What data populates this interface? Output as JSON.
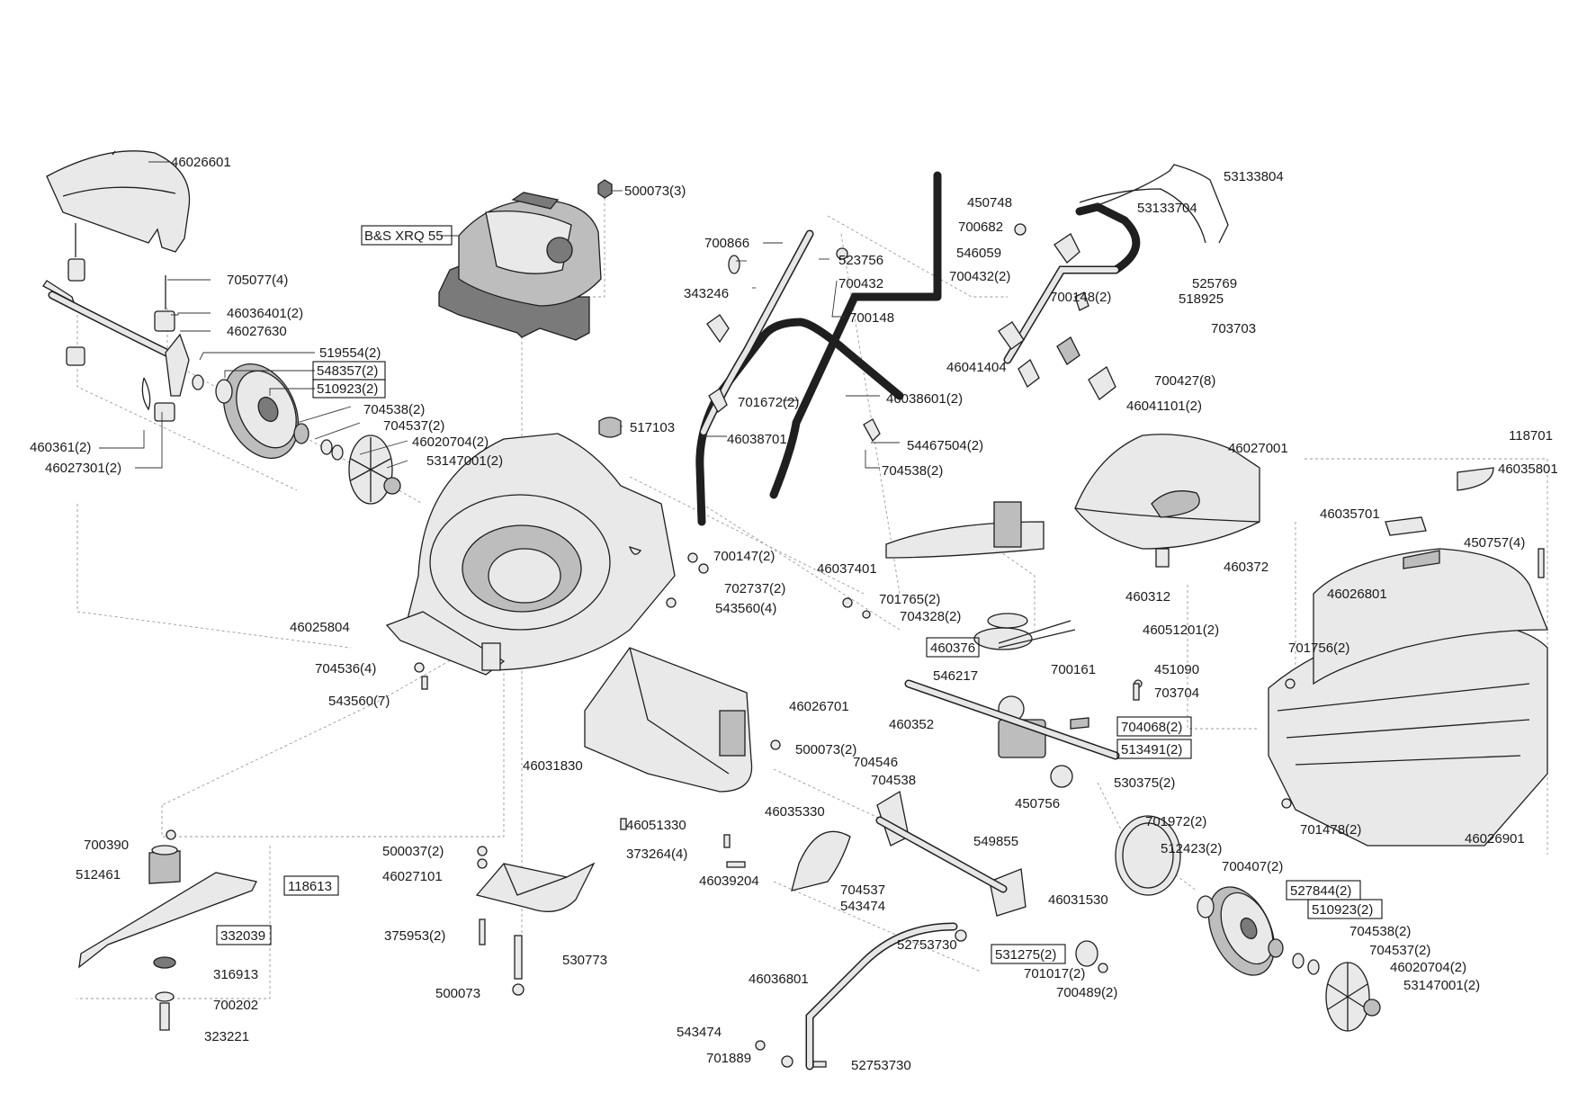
{
  "parts": {
    "p46026601": "46026601",
    "bs_engine": "B&S XRQ 55",
    "p500073_3": "500073(3)",
    "p705077_4": "705077(4)",
    "p46036401_2": "46036401(2)",
    "p46027630": "46027630",
    "p519554_2": "519554(2)",
    "p548357_2": "548357(2)",
    "p510923_2a": "510923(2)",
    "p704538_2a": "704538(2)",
    "p704537_2a": "704537(2)",
    "p46020704_2a": "46020704(2)",
    "p53147001_2a": "53147001(2)",
    "p460361_2": "460361(2)",
    "p46027301_2": "46027301(2)",
    "p517103": "517103",
    "p700866": "700866",
    "p523756": "523756",
    "p700432": "700432",
    "p343246": "343246",
    "p700148": "700148",
    "p701672_2": "701672(2)",
    "p46038601_2": "46038601(2)",
    "p46038701": "46038701",
    "p54467504_2": "54467504(2)",
    "p704538_2b": "704538(2)",
    "p450748": "450748",
    "p53133804": "53133804",
    "p53133704": "53133704",
    "p700682": "700682",
    "p546059": "546059",
    "p700432_2": "700432(2)",
    "p525769": "525769",
    "p700148_2": "700148(2)",
    "p518925": "518925",
    "p703703": "703703",
    "p46041404": "46041404",
    "p700427_8": "700427(8)",
    "p46041101_2": "46041101(2)",
    "p46027001": "46027001",
    "p118701": "118701",
    "p46035801": "46035801",
    "p46035701": "46035701",
    "p450757_4": "450757(4)",
    "p46026801": "46026801",
    "p460372": "460372",
    "p460312": "460312",
    "p46051201_2": "46051201(2)",
    "p700147_2": "700147(2)",
    "p702737_2": "702737(2)",
    "p543560_4": "543560(4)",
    "p46037401": "46037401",
    "p701765_2": "701765(2)",
    "p704328_2": "704328(2)",
    "p46025804": "46025804",
    "p460376": "460376",
    "p701756_2": "701756(2)",
    "p704536_4": "704536(4)",
    "p546217": "546217",
    "p700161": "700161",
    "p451090": "451090",
    "p543560_7": "543560(7)",
    "p703704": "703704",
    "p460352": "460352",
    "p704068_2": "704068(2)",
    "p46026701": "46026701",
    "p513491_2": "513491(2)",
    "p500073_2": "500073(2)",
    "p46031830": "46031830",
    "p704546": "704546",
    "p704538": "704538",
    "p530375_2": "530375(2)",
    "p450756": "450756",
    "p701478_2": "701478(2)",
    "p46026901": "46026901",
    "p700390": "700390",
    "p46051330": "46051330",
    "p46035330": "46035330",
    "p549855": "549855",
    "p701972_2": "701972(2)",
    "p500037_2": "500037(2)",
    "p512461": "512461",
    "p118613": "118613",
    "p373264_4": "373264(4)",
    "p512423_2": "512423(2)",
    "p46027101": "46027101",
    "p700407_2": "700407(2)",
    "p46039204": "46039204",
    "p704537": "704537",
    "p527844_2": "527844(2)",
    "p543474a": "543474",
    "p46031530": "46031530",
    "p510923_2b": "510923(2)",
    "p332039": "332039",
    "p375953_2": "375953(2)",
    "p704538_2c": "704538(2)",
    "p52753730a": "52753730",
    "p531275_2": "531275(2)",
    "p704537_2b": "704537(2)",
    "p530773": "530773",
    "p316913": "316913",
    "p46020704_2b": "46020704(2)",
    "p701017_2": "701017(2)",
    "p53147001_2b": "53147001(2)",
    "p46036801": "46036801",
    "p700489_2": "700489(2)",
    "p500073": "500073",
    "p700202": "700202",
    "p323221": "323221",
    "p543474b": "543474",
    "p701889": "701889",
    "p52753730b": "52753730"
  }
}
